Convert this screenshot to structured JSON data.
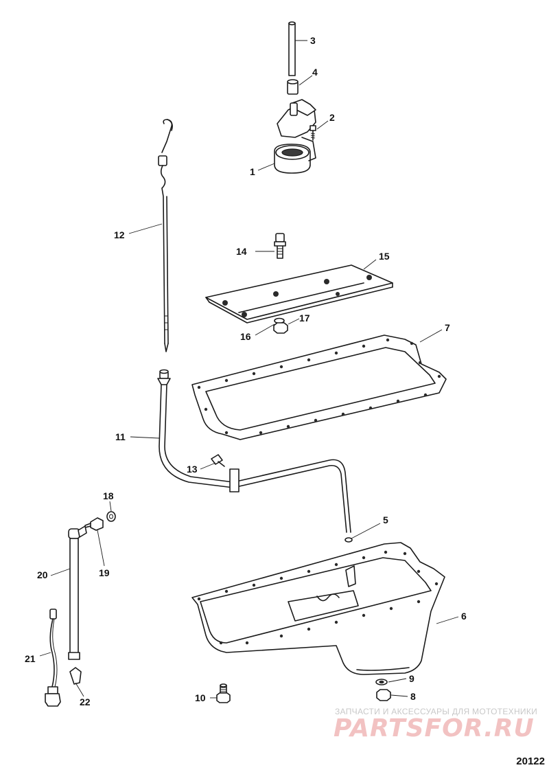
{
  "diagram": {
    "id": "20122",
    "callouts": [
      "1",
      "2",
      "3",
      "4",
      "5",
      "6",
      "7",
      "8",
      "9",
      "10",
      "11",
      "12",
      "13",
      "14",
      "15",
      "16",
      "17",
      "18",
      "19",
      "20",
      "21",
      "22"
    ]
  },
  "watermark": {
    "tagline": "ЗАПЧАСТИ И АКСЕССУАРЫ ДЛЯ МОТОТЕХНИКИ",
    "logo": "PARTSFOR.RU"
  }
}
